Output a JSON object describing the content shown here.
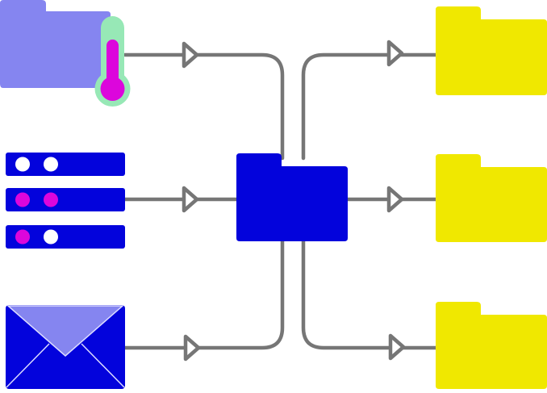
{
  "diagram": {
    "description_type": "data-flow",
    "sources": [
      {
        "id": "sensor-folder",
        "kind": "folder-with-thermometer"
      },
      {
        "id": "server-stack",
        "kind": "database-server",
        "units": 3
      },
      {
        "id": "mail",
        "kind": "envelope"
      }
    ],
    "hub": {
      "id": "central-folder",
      "kind": "folder"
    },
    "targets": [
      {
        "id": "output-folder-1",
        "kind": "folder"
      },
      {
        "id": "output-folder-2",
        "kind": "folder"
      },
      {
        "id": "output-folder-3",
        "kind": "folder"
      }
    ],
    "flows": [
      {
        "from": "sensor-folder",
        "to": "central-folder"
      },
      {
        "from": "server-stack",
        "to": "central-folder"
      },
      {
        "from": "mail",
        "to": "central-folder"
      },
      {
        "from": "central-folder",
        "to": "output-folder-1"
      },
      {
        "from": "central-folder",
        "to": "output-folder-2"
      },
      {
        "from": "central-folder",
        "to": "output-folder-3"
      }
    ]
  },
  "colors": {
    "connector": "#767676",
    "hub_folder": "#0303dc",
    "source_folder": "#8585f0",
    "thermometer_bulb_outline": "#97e8b6",
    "thermometer_fill": "#dc06dc",
    "server_body": "#0303dc",
    "server_led_white": "#ffffff",
    "server_led_magenta": "#dc06dc",
    "envelope_body": "#0303dc",
    "envelope_flap": "#8585f0",
    "envelope_fold_line": "#dcdcff",
    "output_folder": "#f0e800"
  },
  "server_leds": [
    [
      "white",
      "white"
    ],
    [
      "magenta",
      "magenta"
    ],
    [
      "magenta",
      "white"
    ]
  ]
}
